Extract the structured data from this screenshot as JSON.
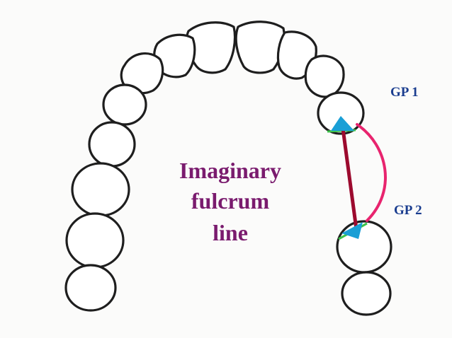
{
  "caption": {
    "lines": [
      "Imaginary",
      "fulcrum",
      "line"
    ],
    "color": "#7a1b6e"
  },
  "gp1": {
    "label": "GP 1",
    "color": "#1a3d8f"
  },
  "gp2": {
    "label": "GP 2",
    "color": "#1a3d8f"
  },
  "colors": {
    "tooth_outline": "#1e1e1e",
    "fulcrum_line": "#9c0a2e",
    "curve": "#e8246e",
    "rest_seat_triangle": "#1a9fd6",
    "rest_accent": "#3cc24a"
  }
}
